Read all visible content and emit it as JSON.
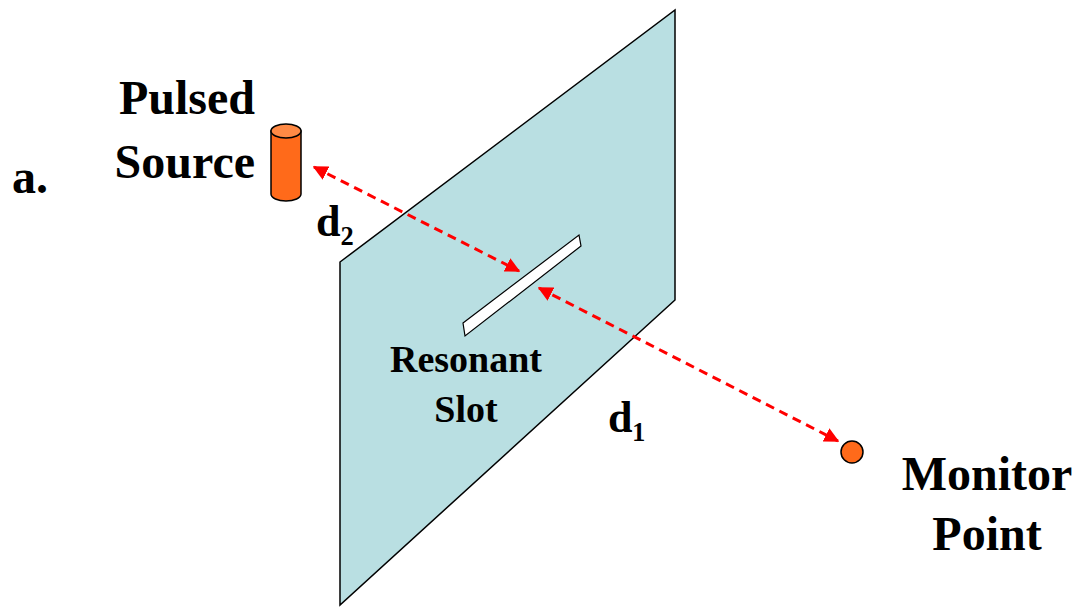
{
  "diagram": {
    "labels": [
      "a.",
      "Pulsed Source",
      "d₂",
      "Resonant Slot",
      "d₁",
      "Monitor Point"
    ]
  }
}
